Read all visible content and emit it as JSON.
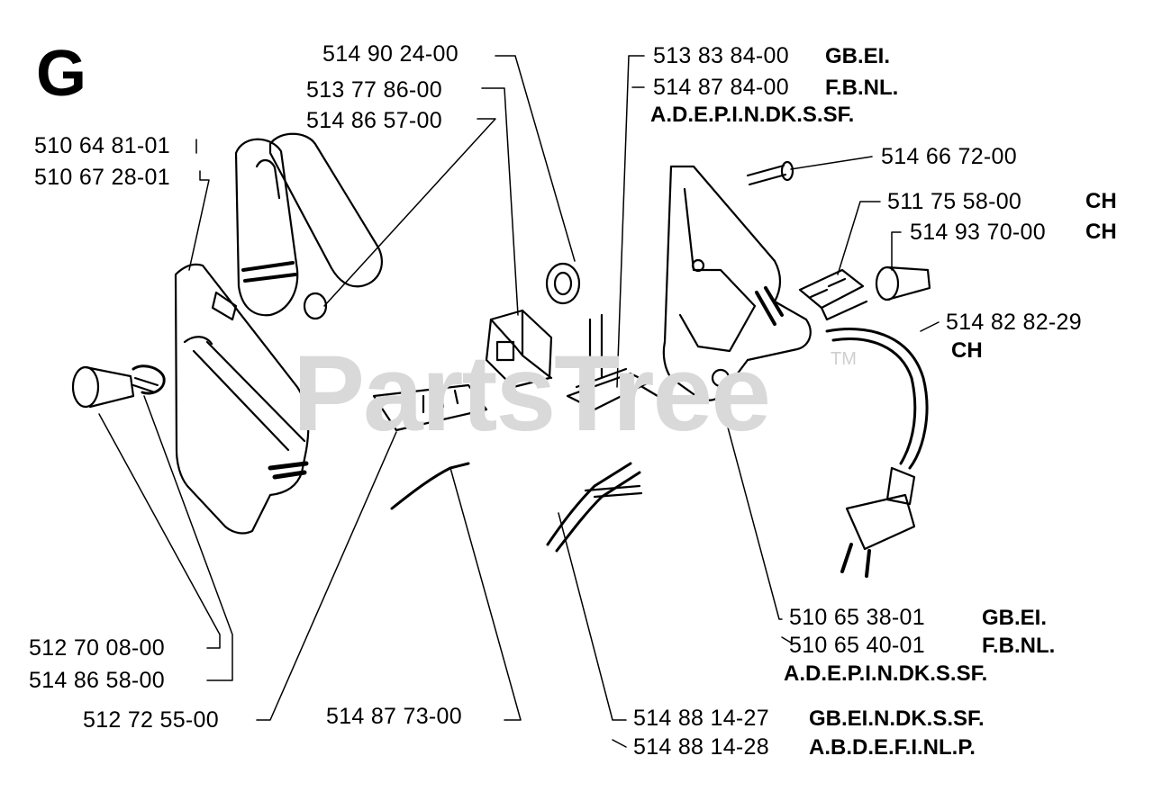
{
  "section": "G",
  "watermark": {
    "text": "PartsTree",
    "tm": "TM"
  },
  "parts": {
    "p1": {
      "number": "514 90 24-00",
      "region": ""
    },
    "p2": {
      "number": "513 77 86-00",
      "region": ""
    },
    "p3": {
      "number": "514 86 57-00",
      "region": ""
    },
    "p4": {
      "number": "510 64 81-01",
      "region": ""
    },
    "p5": {
      "number": "510 67 28-01",
      "region": ""
    },
    "p6": {
      "number": "513 83 84-00",
      "region": "GB.EI."
    },
    "p7": {
      "number": "514 87 84-00",
      "region": "F.B.NL."
    },
    "p7b": {
      "region": "A.D.E.P.I.N.DK.S.SF."
    },
    "p8": {
      "number": "514 66 72-00",
      "region": ""
    },
    "p9": {
      "number": "511 75 58-00",
      "region": "CH"
    },
    "p10": {
      "number": "514 93 70-00",
      "region": "CH"
    },
    "p11": {
      "number": "514 82 82-29",
      "region": "CH"
    },
    "p12": {
      "number": "510 65 38-01",
      "region": "GB.EI."
    },
    "p13": {
      "number": "510 65 40-01",
      "region": "F.B.NL."
    },
    "p13b": {
      "region": "A.D.E.P.I.N.DK.S.SF."
    },
    "p14": {
      "number": "512 70 08-00",
      "region": ""
    },
    "p15": {
      "number": "514 86 58-00",
      "region": ""
    },
    "p16": {
      "number": "512 72 55-00",
      "region": ""
    },
    "p17": {
      "number": "514 87 73-00",
      "region": ""
    },
    "p18": {
      "number": "514 88 14-27",
      "region": "GB.EI.N.DK.S.SF."
    },
    "p19": {
      "number": "514 88 14-28",
      "region": "A.B.D.E.F.I.NL.P."
    }
  }
}
